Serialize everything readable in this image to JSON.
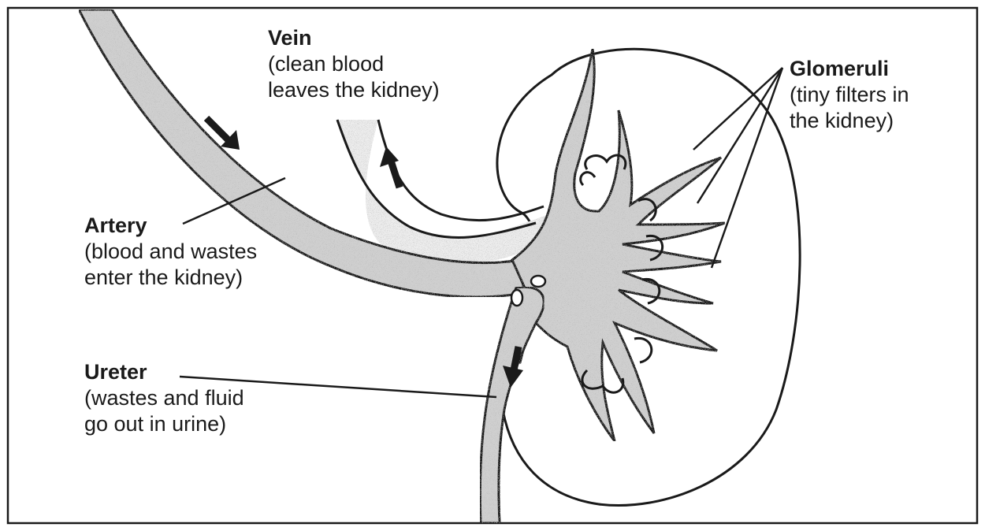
{
  "labels": {
    "vein": {
      "title": "Vein",
      "line1": "(clean blood",
      "line2": "leaves the kidney)"
    },
    "glomeruli": {
      "title": "Glomeruli",
      "line1": "(tiny filters in",
      "line2": "the kidney)"
    },
    "artery": {
      "title": "Artery",
      "line1": "(blood and wastes",
      "line2": "enter the kidney)"
    },
    "ureter": {
      "title": "Ureter",
      "line1": "(wastes and fluid",
      "line2": "go out in urine)"
    }
  },
  "colors": {
    "ink": "#1a1a1a",
    "vessel_fill": "#cfcfcf",
    "vein_fill": "#ececec",
    "background": "#ffffff"
  }
}
